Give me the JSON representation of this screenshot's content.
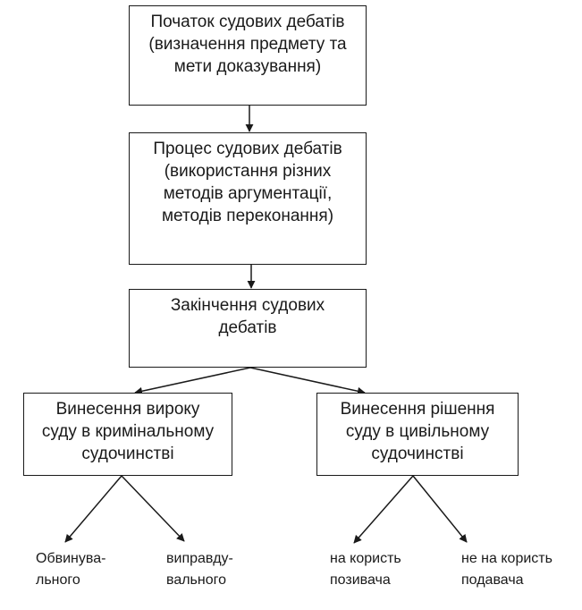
{
  "diagram": {
    "nodes": {
      "start": {
        "lines": [
          "Початок судових дебатів",
          "(визначення предмету та",
          "мети доказування)"
        ]
      },
      "process": {
        "lines": [
          "Процес судових дебатів",
          "(використання різних",
          "методів аргументації,",
          "методів переконання)"
        ]
      },
      "end": {
        "lines": [
          "Закінчення судових",
          "дебатів"
        ]
      },
      "criminal": {
        "lines": [
          "Винесення вироку",
          "суду в кримінальному",
          "судочинстві"
        ]
      },
      "civil": {
        "lines": [
          "Винесення рішення",
          "суду в цивільному",
          "судочинстві"
        ]
      }
    },
    "leaves": {
      "accusatory": {
        "lines": [
          "Обвинува-",
          "льного"
        ]
      },
      "acquittal": {
        "lines": [
          "виправду-",
          "вального"
        ]
      },
      "for_plaintiff": {
        "lines": [
          "на користь",
          "позивача"
        ]
      },
      "not_for_plaintiff": {
        "lines": [
          "не на користь",
          "подавача"
        ]
      }
    },
    "edges": [
      {
        "from": "start",
        "to": "process"
      },
      {
        "from": "process",
        "to": "end"
      },
      {
        "from": "end",
        "to": "criminal"
      },
      {
        "from": "end",
        "to": "civil"
      },
      {
        "from": "criminal",
        "to": "accusatory"
      },
      {
        "from": "criminal",
        "to": "acquittal"
      },
      {
        "from": "civil",
        "to": "for_plaintiff"
      },
      {
        "from": "civil",
        "to": "not_for_plaintiff"
      }
    ],
    "colors": {
      "line": "#1a1a1a",
      "background": "#ffffff"
    }
  }
}
